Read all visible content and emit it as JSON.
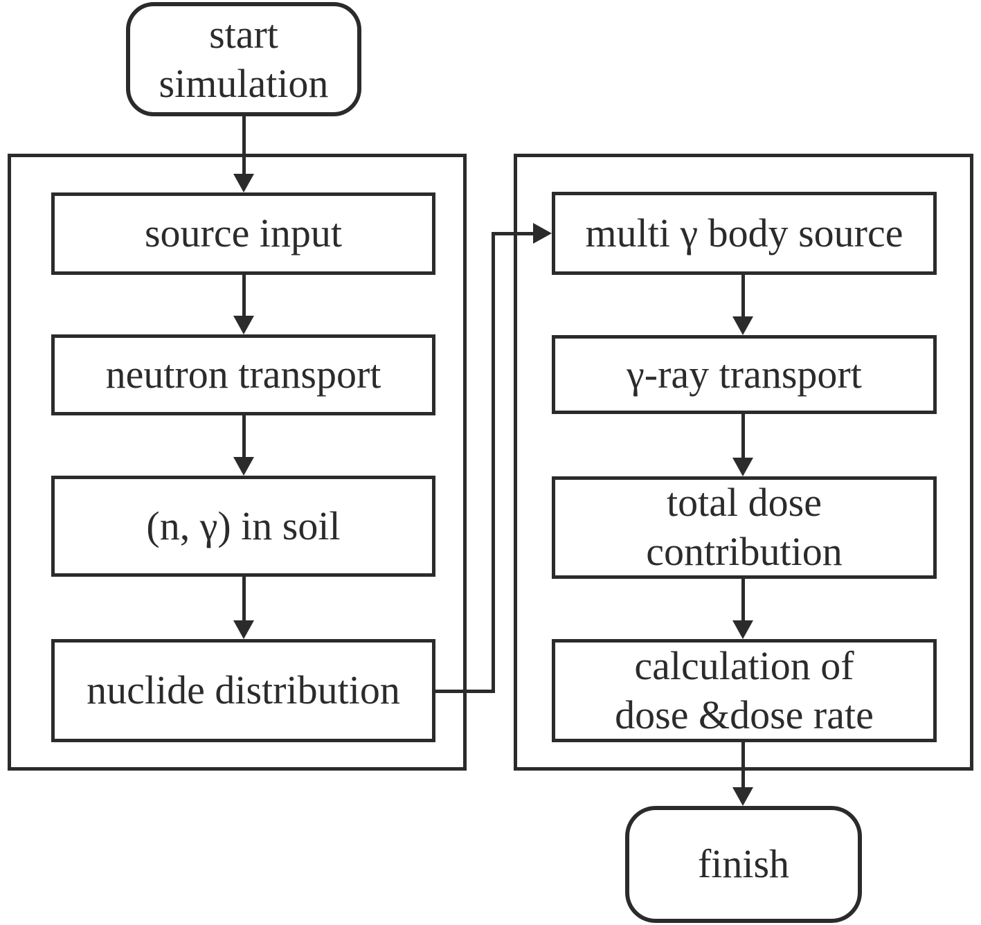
{
  "flowchart": {
    "terminals": {
      "start": "start\nsimulation",
      "finish": "finish"
    },
    "left_group": {
      "steps": [
        "source input",
        "neutron transport",
        "(n, γ) in soil",
        "nuclide distribution"
      ]
    },
    "right_group": {
      "steps": [
        "multi γ body source",
        "γ-ray transport",
        "total dose\ncontribution",
        "calculation of\ndose &dose rate"
      ]
    },
    "colors": {
      "line": "#2b2b2b",
      "background": "#ffffff"
    }
  }
}
